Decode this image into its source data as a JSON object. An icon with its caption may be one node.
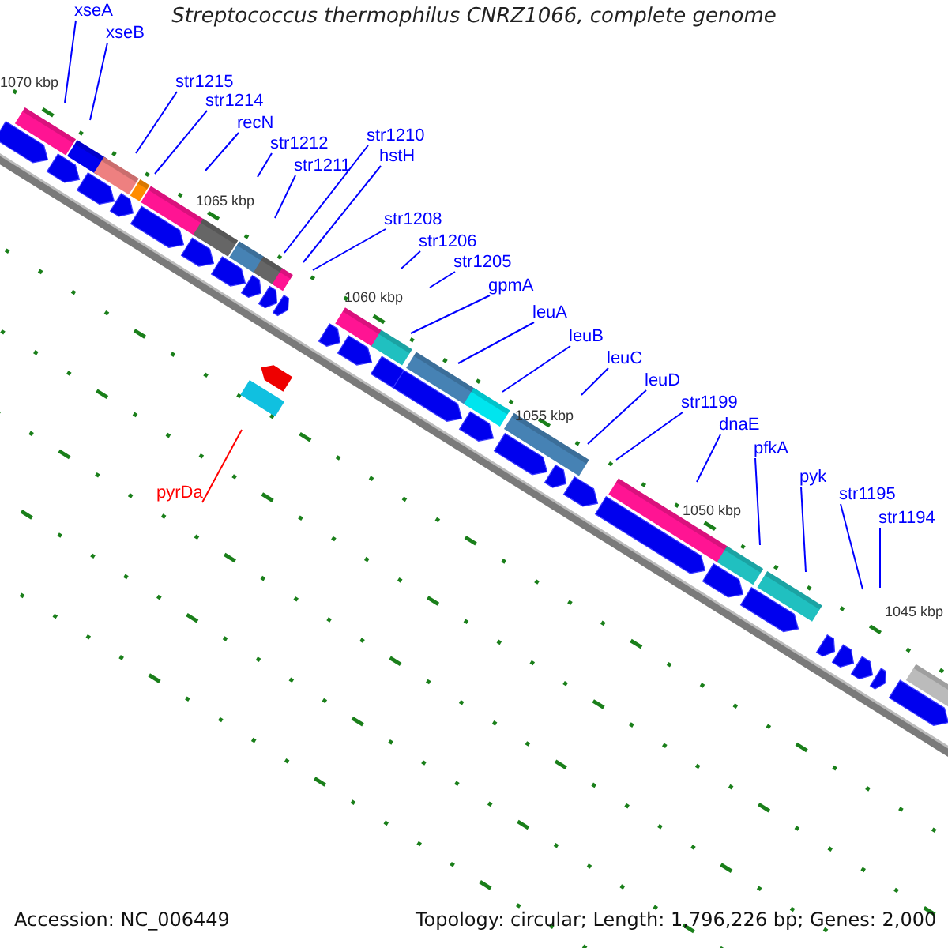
{
  "diagram": {
    "title": "Streptococcus thermophilus CNRZ1066, complete genome",
    "nodes": [
      {
        "text": [
          "xseA"
        ]
      },
      {
        "text": [
          "xseB"
        ]
      },
      {
        "text": [
          "str1215"
        ]
      },
      {
        "text": [
          "str1214"
        ]
      },
      {
        "text": [
          "recN"
        ]
      },
      {
        "text": [
          "str1212"
        ]
      },
      {
        "text": [
          "str1211"
        ]
      },
      {
        "text": [
          "str1210"
        ]
      },
      {
        "text": [
          "hstH"
        ]
      },
      {
        "text": [
          "str1208"
        ]
      },
      {
        "text": [
          "str1206"
        ]
      },
      {
        "text": [
          "str1205"
        ]
      },
      {
        "text": [
          "gpmA"
        ]
      },
      {
        "text": [
          "leuA"
        ]
      },
      {
        "text": [
          "leuB"
        ]
      },
      {
        "text": [
          "leuC"
        ]
      },
      {
        "text": [
          "leuD"
        ]
      },
      {
        "text": [
          "str1199"
        ]
      },
      {
        "text": [
          "dnaE"
        ]
      },
      {
        "text": [
          "pfkA"
        ]
      },
      {
        "text": [
          "pyk"
        ]
      },
      {
        "text": [
          "str1195"
        ]
      },
      {
        "text": [
          "str1194"
        ]
      },
      {
        "text": [
          "pyrDa"
        ]
      }
    ],
    "edges": [
      {
        "from": 0,
        "to": null,
        "arrow": "none"
      },
      {
        "from": 1,
        "to": null,
        "arrow": "none"
      },
      {
        "from": 2,
        "to": null,
        "arrow": "none"
      },
      {
        "from": 3,
        "to": null,
        "arrow": "none"
      },
      {
        "from": 4,
        "to": null,
        "arrow": "none"
      },
      {
        "from": 5,
        "to": null,
        "arrow": "none"
      },
      {
        "from": 6,
        "to": null,
        "arrow": "none"
      },
      {
        "from": 7,
        "to": null,
        "arrow": "none"
      },
      {
        "from": 8,
        "to": null,
        "arrow": "none"
      },
      {
        "from": 9,
        "to": null,
        "arrow": "none"
      },
      {
        "from": 10,
        "to": null,
        "arrow": "none"
      },
      {
        "from": 11,
        "to": null,
        "arrow": "none"
      },
      {
        "from": 12,
        "to": null,
        "arrow": "none"
      },
      {
        "from": 13,
        "to": null,
        "arrow": "none"
      },
      {
        "from": 14,
        "to": null,
        "arrow": "none"
      },
      {
        "from": 15,
        "to": null,
        "arrow": "none"
      },
      {
        "from": 16,
        "to": null,
        "arrow": "none"
      },
      {
        "from": 17,
        "to": null,
        "arrow": "none"
      },
      {
        "from": 18,
        "to": null,
        "arrow": "none"
      },
      {
        "from": 19,
        "to": null,
        "arrow": "none"
      },
      {
        "from": 20,
        "to": null,
        "arrow": "none"
      },
      {
        "from": 21,
        "to": null,
        "arrow": "none"
      },
      {
        "from": 22,
        "to": null,
        "arrow": "none"
      },
      {
        "from": 23,
        "to": null,
        "arrow": "none",
        "color": "#ff0000"
      }
    ],
    "labels": [
      "1070 kbp",
      "1065 kbp",
      "1060 kbp",
      "1055 kbp",
      "1050 kbp",
      "1045 kbp",
      "Accession: NC_006449",
      "Topology: circular; Length: 1,796,226 bp; Genes: 2,000"
    ]
  }
}
